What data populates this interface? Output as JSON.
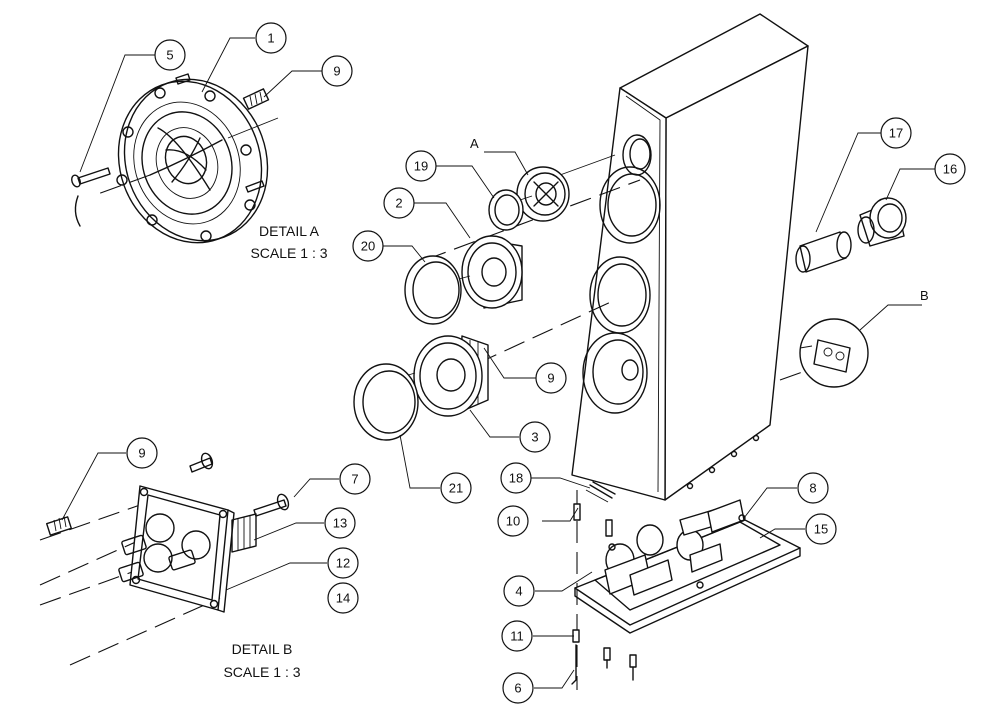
{
  "balloons": [
    {
      "id": "1",
      "label": "1"
    },
    {
      "id": "5",
      "label": "5"
    },
    {
      "id": "9a",
      "label": "9"
    },
    {
      "id": "19",
      "label": "19"
    },
    {
      "id": "2",
      "label": "2"
    },
    {
      "id": "20",
      "label": "20"
    },
    {
      "id": "9b",
      "label": "9"
    },
    {
      "id": "3",
      "label": "3"
    },
    {
      "id": "21",
      "label": "21"
    },
    {
      "id": "17",
      "label": "17"
    },
    {
      "id": "16",
      "label": "16"
    },
    {
      "id": "18",
      "label": "18"
    },
    {
      "id": "10",
      "label": "10"
    },
    {
      "id": "8",
      "label": "8"
    },
    {
      "id": "15",
      "label": "15"
    },
    {
      "id": "4",
      "label": "4"
    },
    {
      "id": "11",
      "label": "11"
    },
    {
      "id": "6",
      "label": "6"
    },
    {
      "id": "9c",
      "label": "9"
    },
    {
      "id": "7",
      "label": "7"
    },
    {
      "id": "13",
      "label": "13"
    },
    {
      "id": "12",
      "label": "12"
    },
    {
      "id": "14",
      "label": "14"
    }
  ],
  "detail_labels": {
    "a": "A",
    "b": "B"
  },
  "detail_a": {
    "title": "DETAIL A",
    "scale": "SCALE 1 : 3"
  },
  "detail_b": {
    "title": "DETAIL B",
    "scale": "SCALE 1 : 3"
  }
}
